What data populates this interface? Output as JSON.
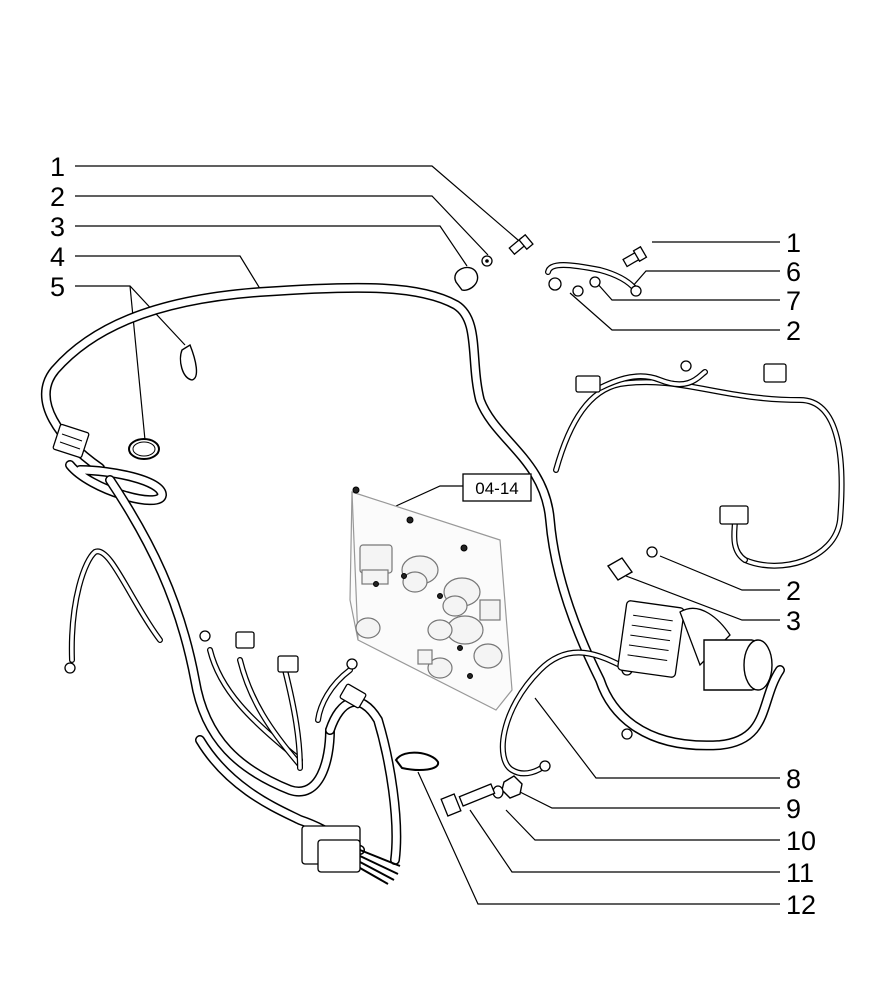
{
  "diagram": {
    "reference_box": "04-14",
    "callouts_left": [
      "1",
      "2",
      "3",
      "4",
      "5"
    ],
    "callouts_right": [
      "1",
      "6",
      "7",
      "2",
      "2",
      "3",
      "8",
      "9",
      "10",
      "11",
      "12"
    ]
  }
}
